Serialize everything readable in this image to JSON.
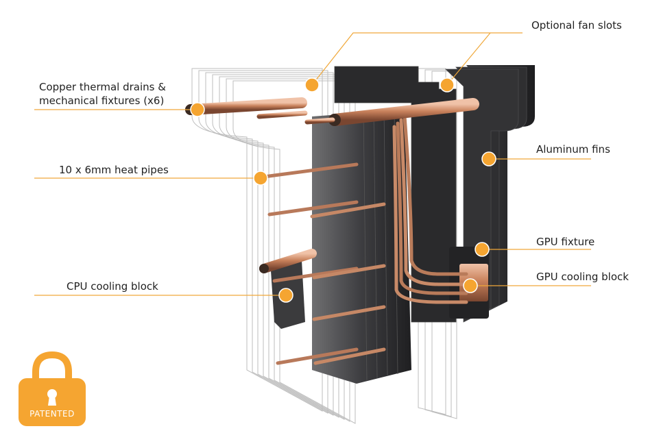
{
  "labels": {
    "optional_fan_slots": "Optional fan slots",
    "copper_drains_line1": "Copper thermal drains &",
    "copper_drains_line2": "mechanical fixtures (x6)",
    "heat_pipes": "10 x 6mm heat pipes",
    "aluminum_fins": "Aluminum fins",
    "gpu_fixture": "GPU fixture",
    "gpu_cooling_block": "GPU cooling block",
    "cpu_cooling_block": "CPU cooling block"
  },
  "badge": {
    "text": "PATENTED",
    "icon": "padlock-icon"
  },
  "colors": {
    "accent": "#f5a531",
    "leader": "#f0a83a",
    "copper": "#c98a6a",
    "dark_fin": "#2b2b2d",
    "light_fin": "#c9c9c9"
  }
}
